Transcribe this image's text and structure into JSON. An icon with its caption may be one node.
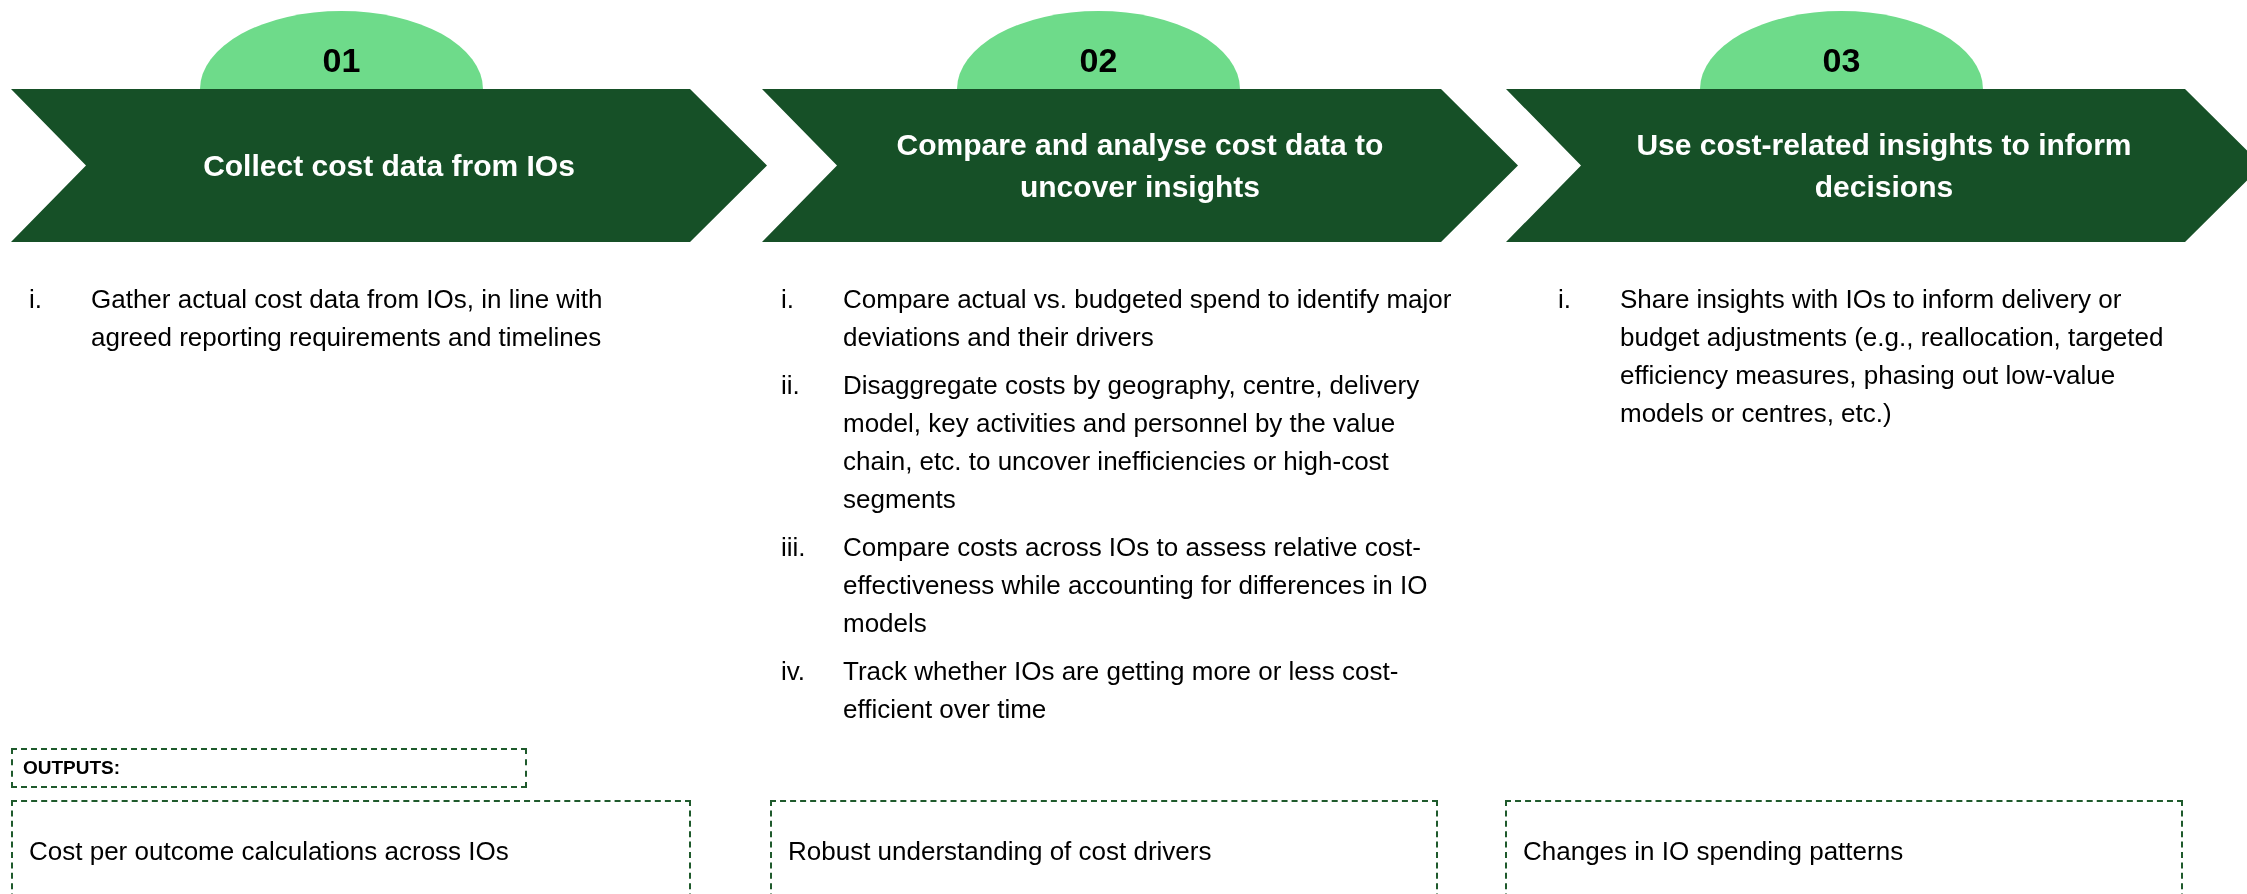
{
  "diagram": {
    "nodes": [
      {
        "text": [
          "01"
        ]
      },
      {
        "text": [
          "Collect cost data from IOs"
        ]
      },
      {
        "text": [
          "02"
        ]
      },
      {
        "text": [
          "Compare and analyse cost data to uncover insights"
        ]
      },
      {
        "text": [
          "03"
        ]
      },
      {
        "text": [
          "Use cost-related insights to inform decisions"
        ]
      },
      {
        "text": [
          "OUTPUTS:"
        ]
      },
      {
        "text": [
          "Cost per outcome calculations across IOs"
        ]
      },
      {
        "text": [
          "Robust understanding of cost drivers"
        ]
      },
      {
        "text": [
          "Changes in IO spending patterns"
        ]
      }
    ],
    "labels": [
      "i.",
      "Gather actual cost data from IOs, in line with agreed reporting requirements and timelines",
      "i.",
      "Compare actual vs. budgeted spend to identify major deviations and their drivers",
      "ii.",
      "Disaggregate costs by geography, centre, delivery model, key activities and personnel by the value chain, etc. to uncover inefficiencies or high-cost segments",
      "iii.",
      "Compare costs across IOs to assess relative cost-effectiveness while accounting for differences in IO models",
      "iv.",
      "Track whether IOs are getting more or less cost-efficient over time",
      "i.",
      "Share insights with IOs to inform delivery or budget adjustments (e.g., reallocation, targeted efficiency measures, phasing out low-value models or centres, etc.)"
    ]
  }
}
